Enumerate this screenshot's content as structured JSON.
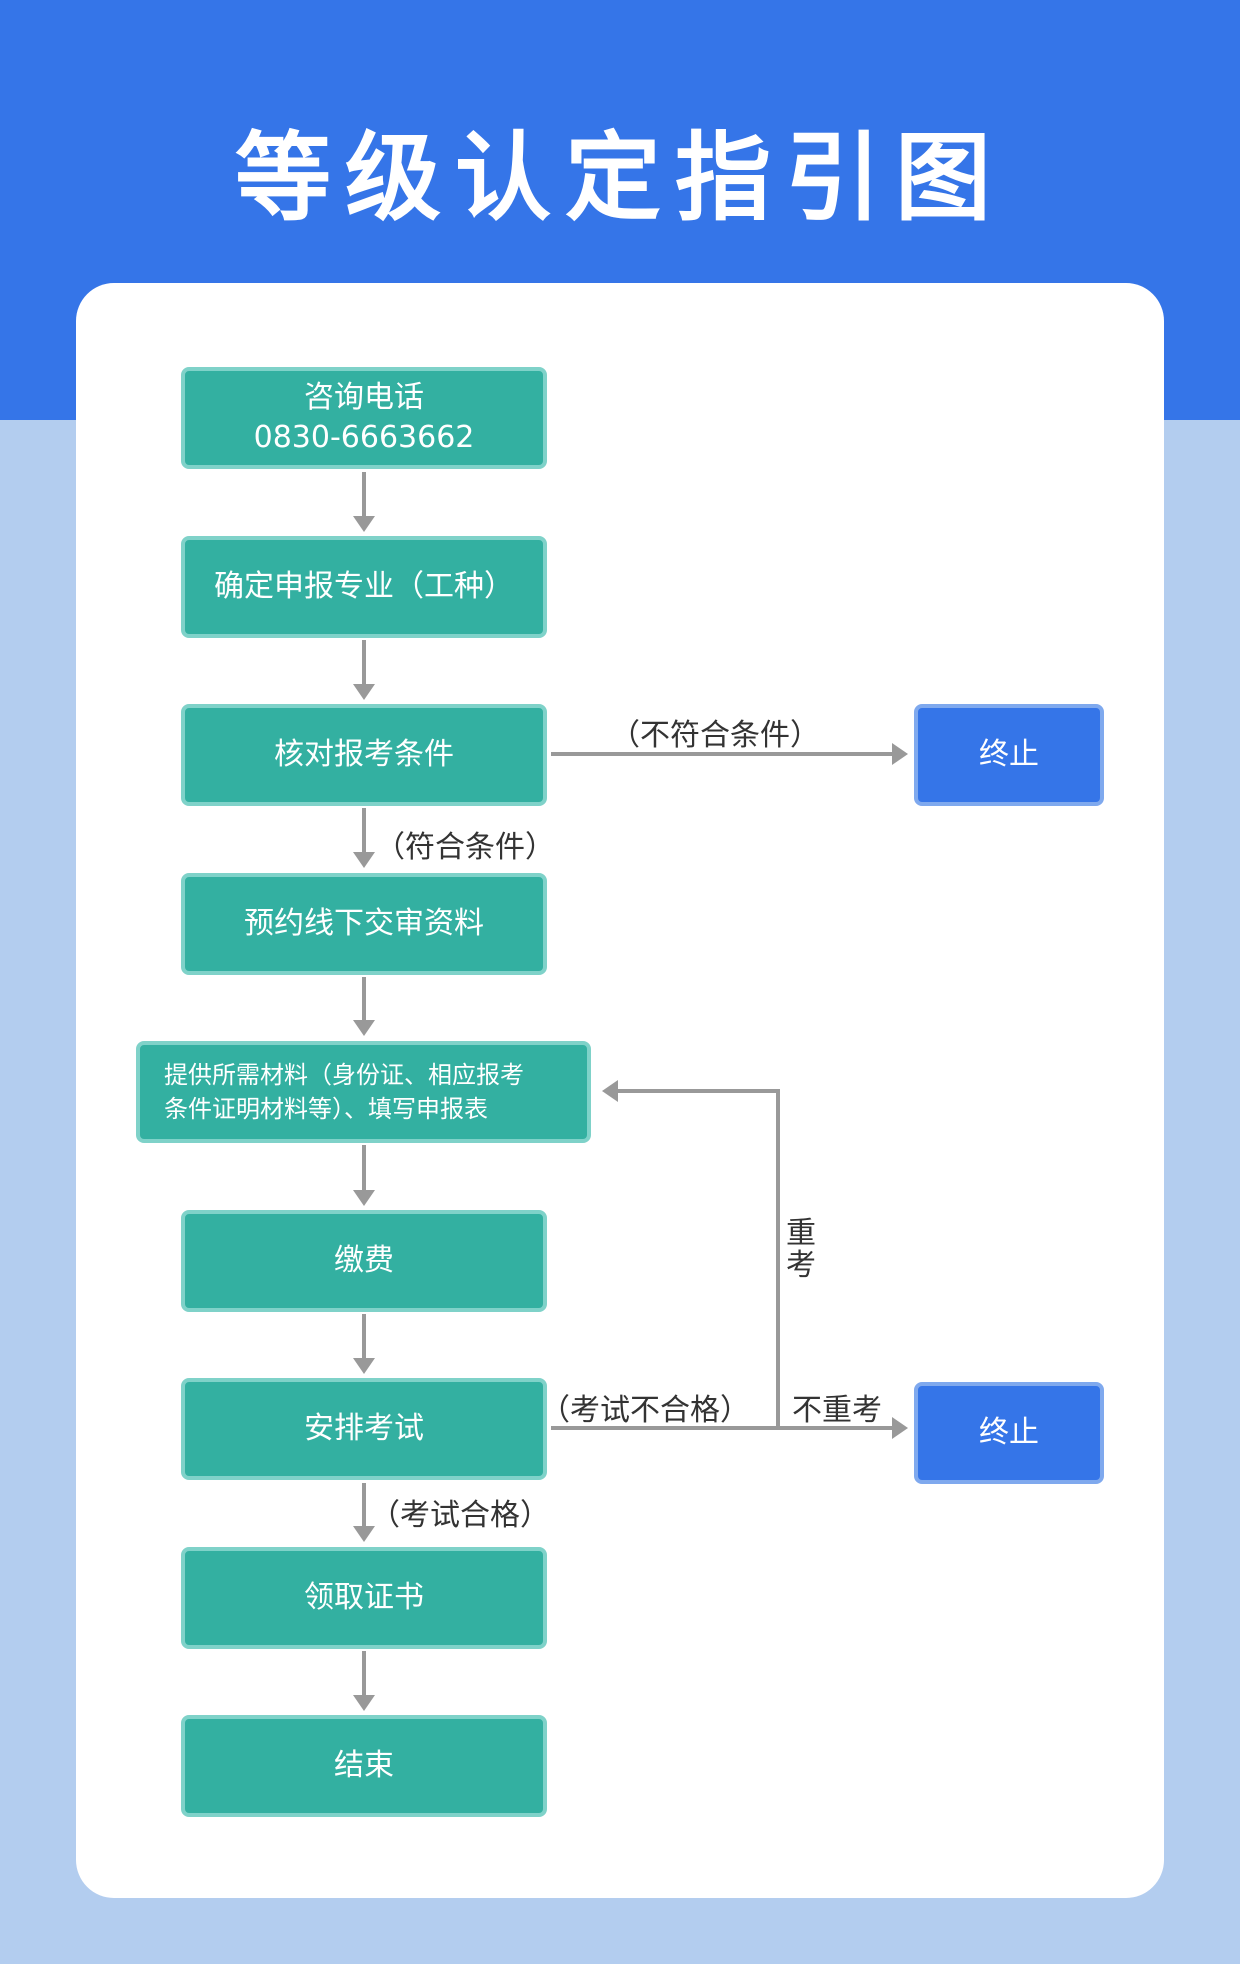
{
  "title": "等级认定指引图",
  "steps": {
    "consult": {
      "label": "咨询电话",
      "phone": "0830-6663662"
    },
    "confirm": {
      "label": "确定申报专业（工种）"
    },
    "verify": {
      "label": "核对报考条件"
    },
    "reserve": {
      "label": "预约线下交审资料"
    },
    "provide": {
      "line1": "提供所需材料（身份证、相应报考",
      "line2": "条件证明材料等）、填写申报表"
    },
    "pay": {
      "label": "缴费"
    },
    "exam": {
      "label": "安排考试"
    },
    "certificate": {
      "label": "领取证书"
    },
    "finish": {
      "label": "结束"
    }
  },
  "terminals": {
    "stop1": {
      "label": "终止"
    },
    "stop2": {
      "label": "终止"
    }
  },
  "edge_labels": {
    "not_qualified": "（不符合条件）",
    "qualified": "（符合条件）",
    "exam_failed": "（考试不合格）",
    "no_retake": "不重考",
    "retake_1": "重",
    "retake_2": "考",
    "exam_passed": "（考试合格）"
  },
  "colors": {
    "header_blue": "#3575e8",
    "background_light_blue": "#b3cdef",
    "step_teal": "#33b0a1",
    "connector_gray": "#999999"
  }
}
